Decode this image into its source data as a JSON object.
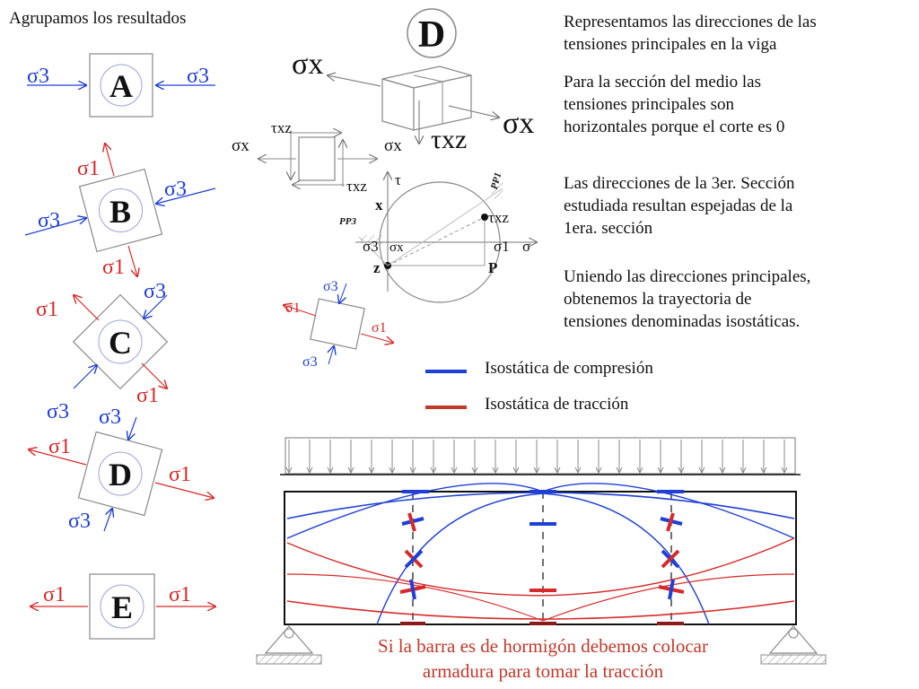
{
  "heading": "Agrupamos los resultados",
  "paragraphs": [
    [
      "Representamos las direcciones de las",
      "tensiones principales en la viga"
    ],
    [
      "Para la sección del medio las",
      "tensiones principales son",
      "horizontales porque el corte es 0"
    ],
    [
      "Las direcciones de la 3er. Sección",
      "estudiada resultan espejadas de la",
      "1era. sección"
    ],
    [
      "Uniendo las direcciones principales,",
      "obtenemos la trayectoria de",
      "tensiones denominadas isostáticas."
    ]
  ],
  "legend": [
    {
      "label": "Isostática de compresión",
      "color": "#1f3fd6"
    },
    {
      "label": "Isostática de tracción",
      "color": "#c0392b"
    }
  ],
  "caption": [
    "Si la barra es de hormigón debemos colocar",
    "armadura para tomar la tracción"
  ],
  "colors": {
    "compression": "#1f3fd6",
    "tension": "#d62a2a",
    "ink": "#111111",
    "gray": "#9a9a9a"
  },
  "element_labels": {
    "A": "A",
    "B": "B",
    "C": "C",
    "D": "D",
    "E": "E"
  },
  "symbols": {
    "sigma1": "σ1",
    "sigma3": "σ3",
    "sigma": "σ",
    "sigma_x": "σx",
    "tau": "τ",
    "tau_xz": "τxz",
    "x": "x",
    "z": "z",
    "P": "P",
    "PP1": "PP1",
    "PP3": "PP3"
  },
  "page_title_letter": "D"
}
